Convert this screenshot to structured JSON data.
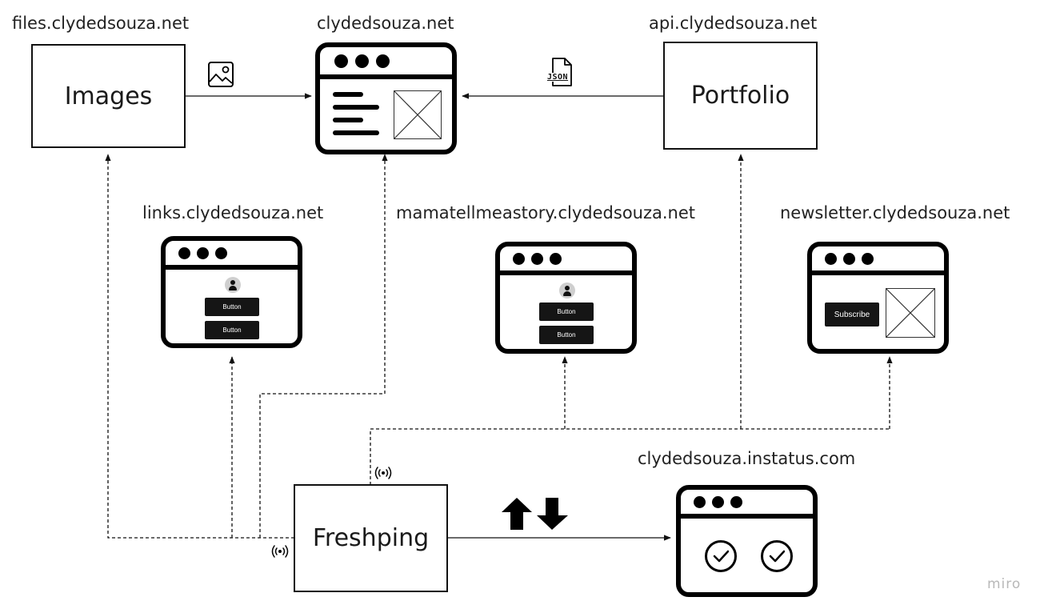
{
  "labels": {
    "files": "files.clydedsouza.net",
    "main": "clydedsouza.net",
    "api": "api.clydedsouza.net",
    "links": "links.clydedsouza.net",
    "mama": "mamatellmeastory.clydedsouza.net",
    "newsletter": "newsletter.clydedsouza.net",
    "status": "clydedsouza.instatus.com"
  },
  "boxes": {
    "images": "Images",
    "portfolio": "Portfolio",
    "freshping": "Freshping"
  },
  "buttons": {
    "links_1": "Button",
    "links_2": "Button",
    "mama_1": "Button",
    "mama_2": "Button",
    "subscribe": "Subscribe"
  },
  "icons": {
    "image": "image-icon",
    "json": "json-file-icon",
    "signal": "broadcast-signal-icon",
    "transfer": "up-down-arrows-icon",
    "check": "check-circle-icon",
    "avatar": "user-avatar-icon"
  },
  "json_label": "JSON",
  "watermark": "miro"
}
